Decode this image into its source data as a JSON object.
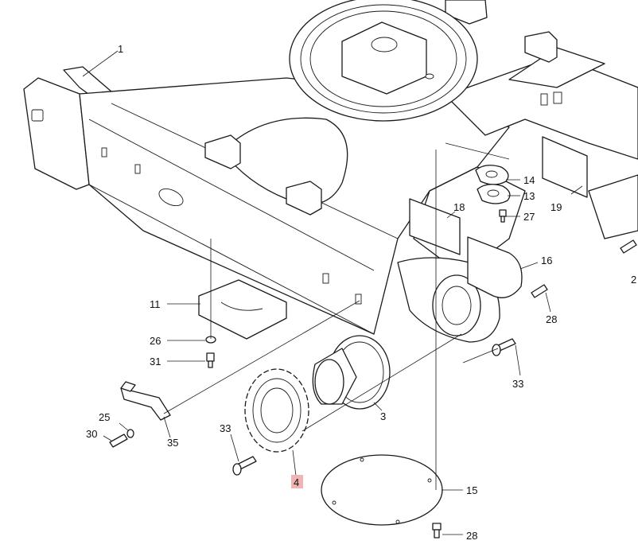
{
  "diagram": {
    "highlight_color": "#f2b3b3",
    "callouts": {
      "c1": "1",
      "c3": "3",
      "c4": "4",
      "c11": "11",
      "c13": "13",
      "c14": "14",
      "c15": "15",
      "c16": "16",
      "c18": "18",
      "c19": "19",
      "c25": "25",
      "c26": "26",
      "c27": "27",
      "c28a": "28",
      "c28b": "28",
      "c2": "2",
      "c30": "30",
      "c31": "31",
      "c33a": "33",
      "c33b": "33",
      "c35": "35"
    }
  }
}
